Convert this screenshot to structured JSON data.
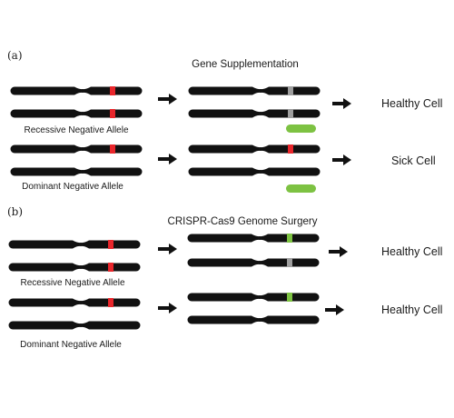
{
  "panel_a": {
    "label": "(a)",
    "title": "Gene Supplementation",
    "recessive_caption": "Recessive Negative Allele",
    "dominant_caption": "Dominant Negative Allele",
    "recessive_result": "Healthy Cell",
    "dominant_result": "Sick Cell"
  },
  "panel_b": {
    "label": "(b)",
    "title": "CRISPR-Cas9 Genome Surgery",
    "recessive_caption": "Recessive Negative Allele",
    "dominant_caption": "Dominant  Negative  Allele",
    "recessive_result": "Healthy Cell",
    "dominant_result": "Healthy Cell"
  },
  "colors": {
    "chromosome": "#111111",
    "mutant_band": "#e8262b",
    "inactive_band": "#9e9e9e",
    "corrected_band": "#7dc242",
    "supplement_gene": "#7dc242"
  }
}
